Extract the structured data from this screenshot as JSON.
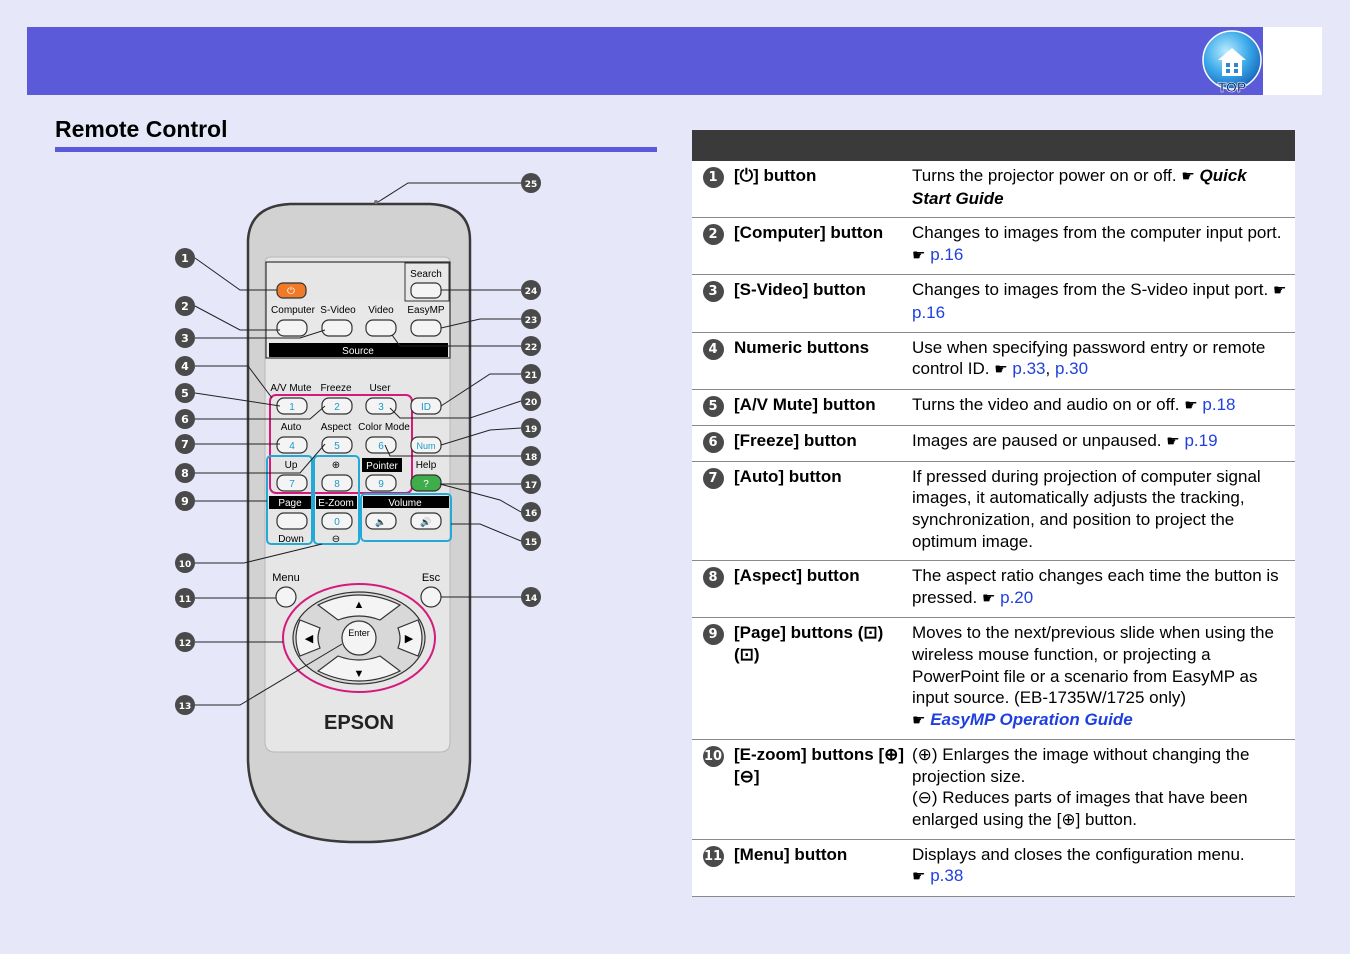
{
  "header": {
    "top_label": "TOP",
    "band_color": "#5b5bd9"
  },
  "section": {
    "title": "Remote Control"
  },
  "remote": {
    "labels": {
      "search": "Search",
      "computer": "Computer",
      "svideo": "S-Video",
      "video": "Video",
      "easymp": "EasyMP",
      "source": "Source",
      "avmute": "A/V Mute",
      "freeze": "Freeze",
      "user": "User",
      "id": "ID",
      "auto": "Auto",
      "aspect": "Aspect",
      "colormode": "Color Mode",
      "num": "Num",
      "up": "Up",
      "pointer": "Pointer",
      "help": "Help",
      "page": "Page",
      "ezoom": "E-Zoom",
      "volume": "Volume",
      "down": "Down",
      "menu": "Menu",
      "esc": "Esc",
      "enter": "Enter",
      "brand": "EPSON",
      "k1": "1",
      "k2": "2",
      "k3": "3",
      "k4": "4",
      "k5": "5",
      "k6": "6",
      "k7": "7",
      "k8": "8",
      "k9": "9",
      "k0": "0",
      "help_key": "?"
    },
    "callouts": [
      "1",
      "2",
      "3",
      "4",
      "5",
      "6",
      "7",
      "8",
      "9",
      "10",
      "11",
      "12",
      "13",
      "14",
      "15",
      "16",
      "17",
      "18",
      "19",
      "20",
      "21",
      "22",
      "23",
      "24",
      "25"
    ]
  },
  "table": {
    "rows": [
      {
        "num": "1",
        "name": "[⏻] button",
        "desc": "Turns the projector power on or off.",
        "hand": "☛",
        "ref": "Quick Start Guide",
        "ref_type": "guide"
      },
      {
        "num": "2",
        "name": "[Computer] button",
        "desc": "Changes to images from the computer input port.",
        "hand": "☛",
        "ref": "p.16",
        "ref_type": "link"
      },
      {
        "num": "3",
        "name": "[S-Video] button",
        "desc": "Changes to images from the S-video input port.",
        "hand": "☛",
        "ref": "p.16",
        "ref_type": "link"
      },
      {
        "num": "4",
        "name": "Numeric buttons",
        "desc": "Use when specifying password entry or remote control ID.",
        "hand": "☛",
        "ref": "p.33",
        "ref_type": "link",
        "ref2": "p.30"
      },
      {
        "num": "5",
        "name": "[A/V Mute] button",
        "desc": "Turns the video and audio on or off.",
        "hand": "☛",
        "ref": "p.18",
        "ref_type": "link"
      },
      {
        "num": "6",
        "name": "[Freeze] button",
        "desc": "Images are paused or unpaused.",
        "hand": "☛",
        "ref": "p.19",
        "ref_type": "link"
      },
      {
        "num": "7",
        "name": "[Auto] button",
        "desc": "If pressed during projection of computer signal images, it automatically adjusts the tracking, synchronization, and position to project the optimum image.",
        "hand": "",
        "ref": "",
        "ref_type": "none"
      },
      {
        "num": "8",
        "name": "[Aspect] button",
        "desc": "The aspect ratio changes each time the button is pressed.",
        "hand": "☛",
        "ref": "p.20",
        "ref_type": "link"
      },
      {
        "num": "9",
        "name": "[Page] buttons (⊡) (⊡)",
        "desc": "Moves to the next/previous slide when using the wireless mouse function, or projecting a PowerPoint file or a scenario from EasyMP as input source. (EB-1735W/1725 only)",
        "hand": "☛",
        "ref": "EasyMP Operation Guide",
        "ref_type": "guide-link"
      },
      {
        "num": "10",
        "name": "[E-zoom] buttons [⊕] [⊖]",
        "desc": "(⊕) Enlarges the image without changing the projection size.",
        "desc2": "(⊖) Reduces parts of images that have been enlarged using the [⊕] button.",
        "hand": "",
        "ref": "",
        "ref_type": "none"
      },
      {
        "num": "11",
        "name": "[Menu] button",
        "desc": "Displays and closes the configuration menu.",
        "hand": "☛",
        "ref": "p.38",
        "ref_type": "link"
      }
    ]
  }
}
